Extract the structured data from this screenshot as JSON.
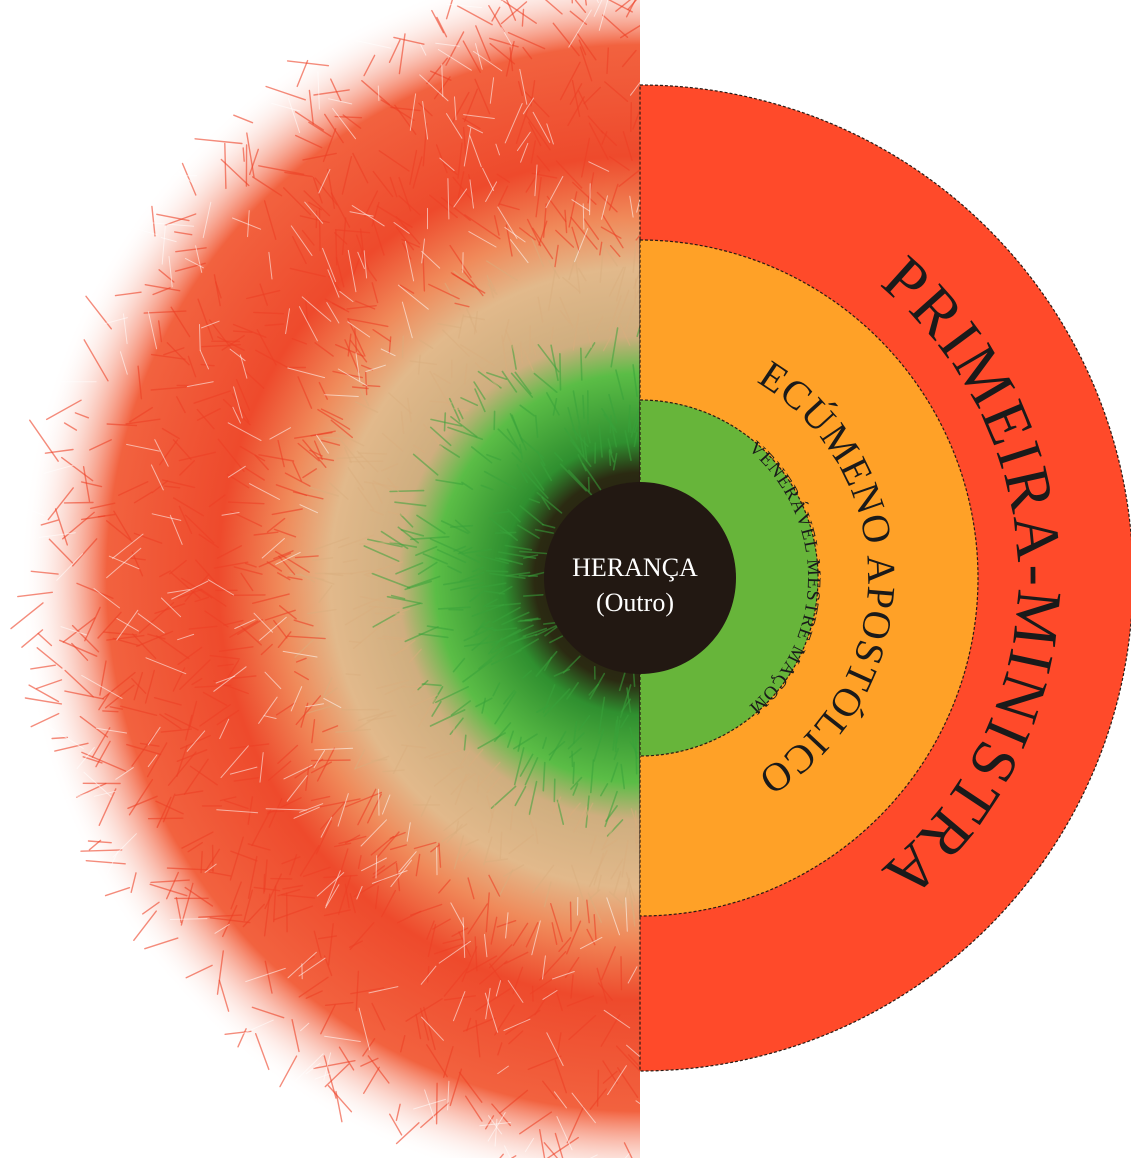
{
  "diagram": {
    "center": {
      "line1": "HERANÇA",
      "line2": "(Outro)"
    },
    "rings": [
      {
        "label": "VENERÁVEL MESTRE MAÇOM",
        "color": "#67b53a"
      },
      {
        "label": "ECÚMENO APOSTÓLICO",
        "color": "#ffa127"
      },
      {
        "label": "PRIMEIRA-MINISTRA",
        "color": "#ff4a2a"
      }
    ],
    "core_color": "#221812",
    "left_half_palette": {
      "outer_fur": "#ec3f24",
      "sand": "#d9ad7e",
      "inner_fur": "#38a23a"
    }
  }
}
